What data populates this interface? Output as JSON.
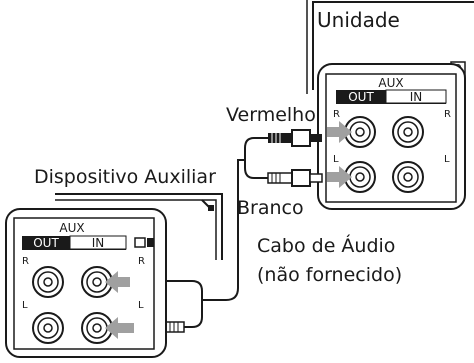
{
  "labels": {
    "unit": "Unidade",
    "red": "Vermelho",
    "white": "Branco",
    "aux_device": "Dispositivo Auxiliar",
    "cable_line1": "Cabo de Áudio",
    "cable_line2": "(não fornecido)"
  },
  "unit_panel": {
    "title": "AUX",
    "out": "OUT",
    "in": "IN",
    "right": "R",
    "left": "L"
  },
  "device_panel": {
    "title": "AUX",
    "out": "OUT",
    "in": "IN",
    "right": "R",
    "left": "L"
  },
  "colors": {
    "line": "#1a1a1a",
    "arrow": "#a0a0a0",
    "panel_fill": "#ffffff"
  }
}
